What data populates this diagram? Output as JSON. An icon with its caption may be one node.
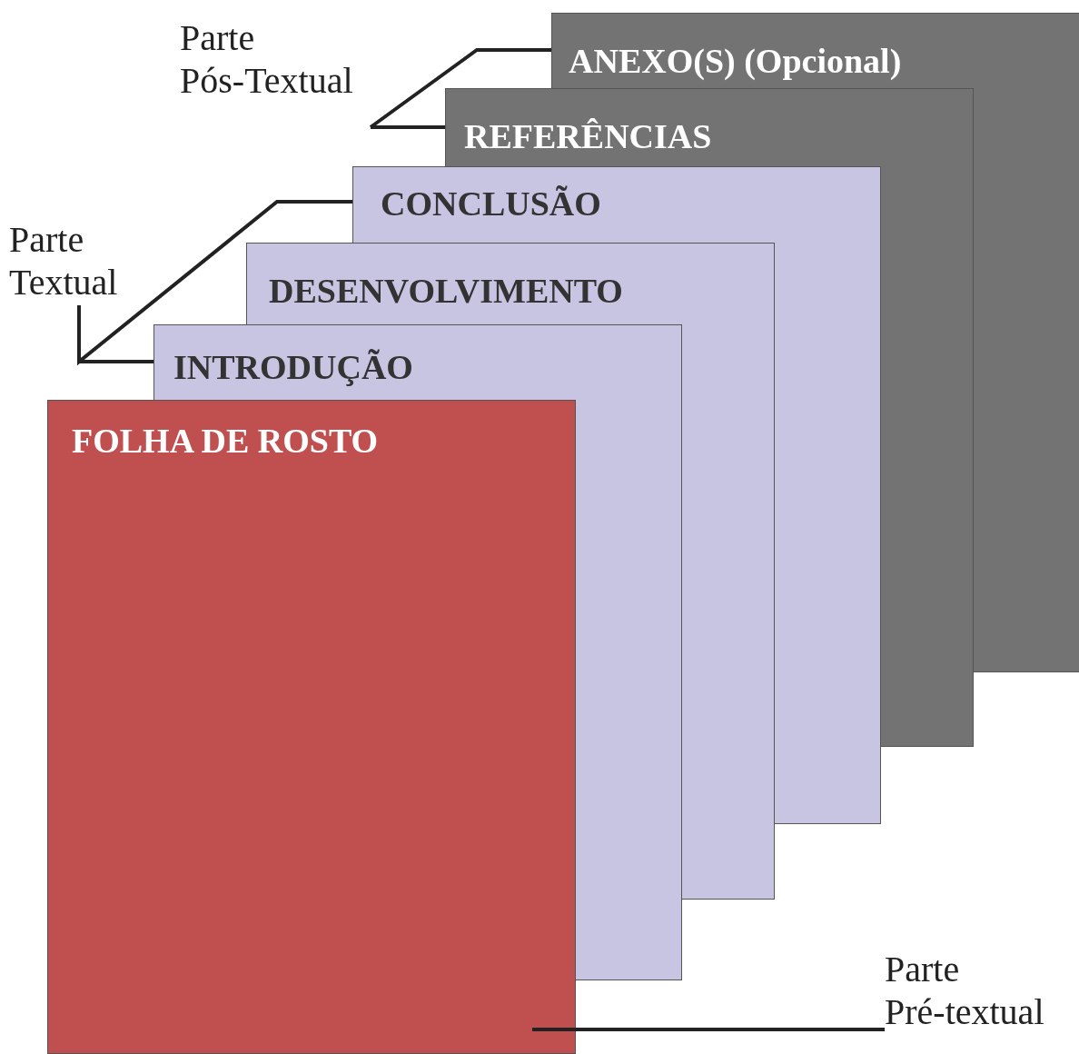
{
  "diagram": {
    "nodes": [
      {
        "text": [
          "Parte Pós-Textual"
        ]
      },
      {
        "text": [
          "ANEXO(S) (Opcional)"
        ]
      },
      {
        "text": [
          "REFERÊNCIAS"
        ]
      },
      {
        "text": [
          "Parte Textual"
        ]
      },
      {
        "text": [
          "CONCLUSÃO"
        ]
      },
      {
        "text": [
          "DESENVOLVIMENTO"
        ]
      },
      {
        "text": [
          "INTRODUÇÃO"
        ]
      },
      {
        "text": [
          "FOLHA DE ROSTO"
        ]
      },
      {
        "text": [
          "Parte Pré-textual"
        ]
      }
    ],
    "edges": [
      {
        "from": 0,
        "to": 1,
        "arrow": "none"
      },
      {
        "from": 0,
        "to": 2,
        "arrow": "none"
      },
      {
        "from": 3,
        "to": 4,
        "arrow": "none"
      },
      {
        "from": 3,
        "to": 6,
        "arrow": "none"
      },
      {
        "from": 8,
        "to": 7,
        "arrow": "none"
      }
    ]
  }
}
